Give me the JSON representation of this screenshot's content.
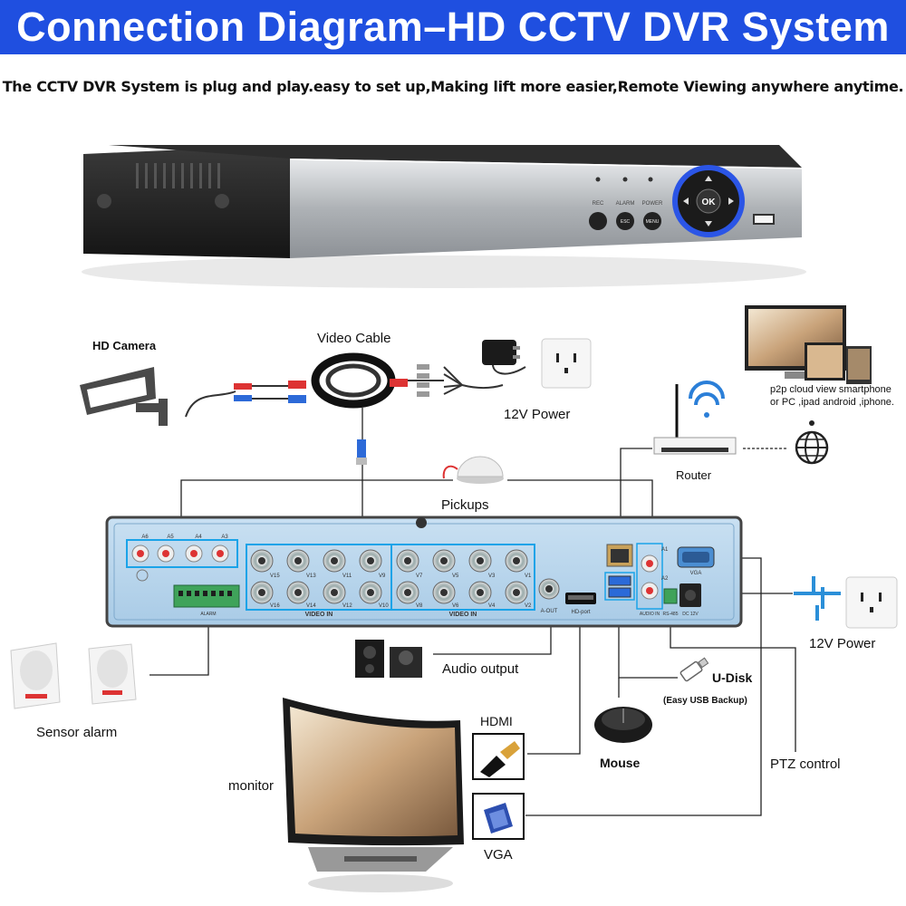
{
  "title": "Connection Diagram–HD CCTV DVR System",
  "subtitle": "The CCTV DVR System is plug and play.easy to set up,Making lift more easier,Remote Viewing anywhere anytime.",
  "labels": {
    "hd_camera": "HD Camera",
    "video_cable": "Video Cable",
    "power_top": "12V Power",
    "p2p_line1": "p2p cloud view smartphone",
    "p2p_line2": "or PC ,ipad android ,iphone.",
    "router": "Router",
    "pickups": "Pickups",
    "power_right": "12V Power",
    "audio_output": "Audio output",
    "udisk": "U-Disk",
    "udisk_note": "(Easy USB Backup)",
    "sensor_alarm": "Sensor alarm",
    "hdmi": "HDMI",
    "mouse": "Mouse",
    "ptz_control": "PTZ control",
    "monitor": "monitor",
    "vga": "VGA"
  },
  "front_panel": {
    "rec": "REC",
    "alarm": "ALARM",
    "power": "POWER",
    "esc": "ESC",
    "menu": "MENU",
    "ok": "OK"
  },
  "rear_panel": {
    "audio_inputs": [
      "A6",
      "A5",
      "A4",
      "A3"
    ],
    "video_in_label": "VIDEO IN",
    "video_left_top": [
      "V15",
      "V13",
      "V11",
      "V9"
    ],
    "video_left_bottom": [
      "V16",
      "V14",
      "V12",
      "V10"
    ],
    "video_right_top": [
      "V7",
      "V5",
      "V3",
      "V1"
    ],
    "video_right_bottom": [
      "V8",
      "V6",
      "V4",
      "V2"
    ],
    "a_out": "A-OUT",
    "hdmi_port": "HD-port",
    "audio_in": "AUDIO IN",
    "a1": "A1",
    "a2": "A2",
    "vga_port": "VGA",
    "rs485": "RS-485",
    "dc12v": "DC 12V",
    "alarm_block": "ALARM"
  },
  "colors": {
    "banner": "#1f4fe0",
    "highlight_box": "#1aa3e8",
    "rear_panel": "#b8d6ee",
    "front_panel_dark": "#2a2a2a",
    "front_panel_silver": "#b9bcc0",
    "ok_ring": "#2b55e6"
  }
}
